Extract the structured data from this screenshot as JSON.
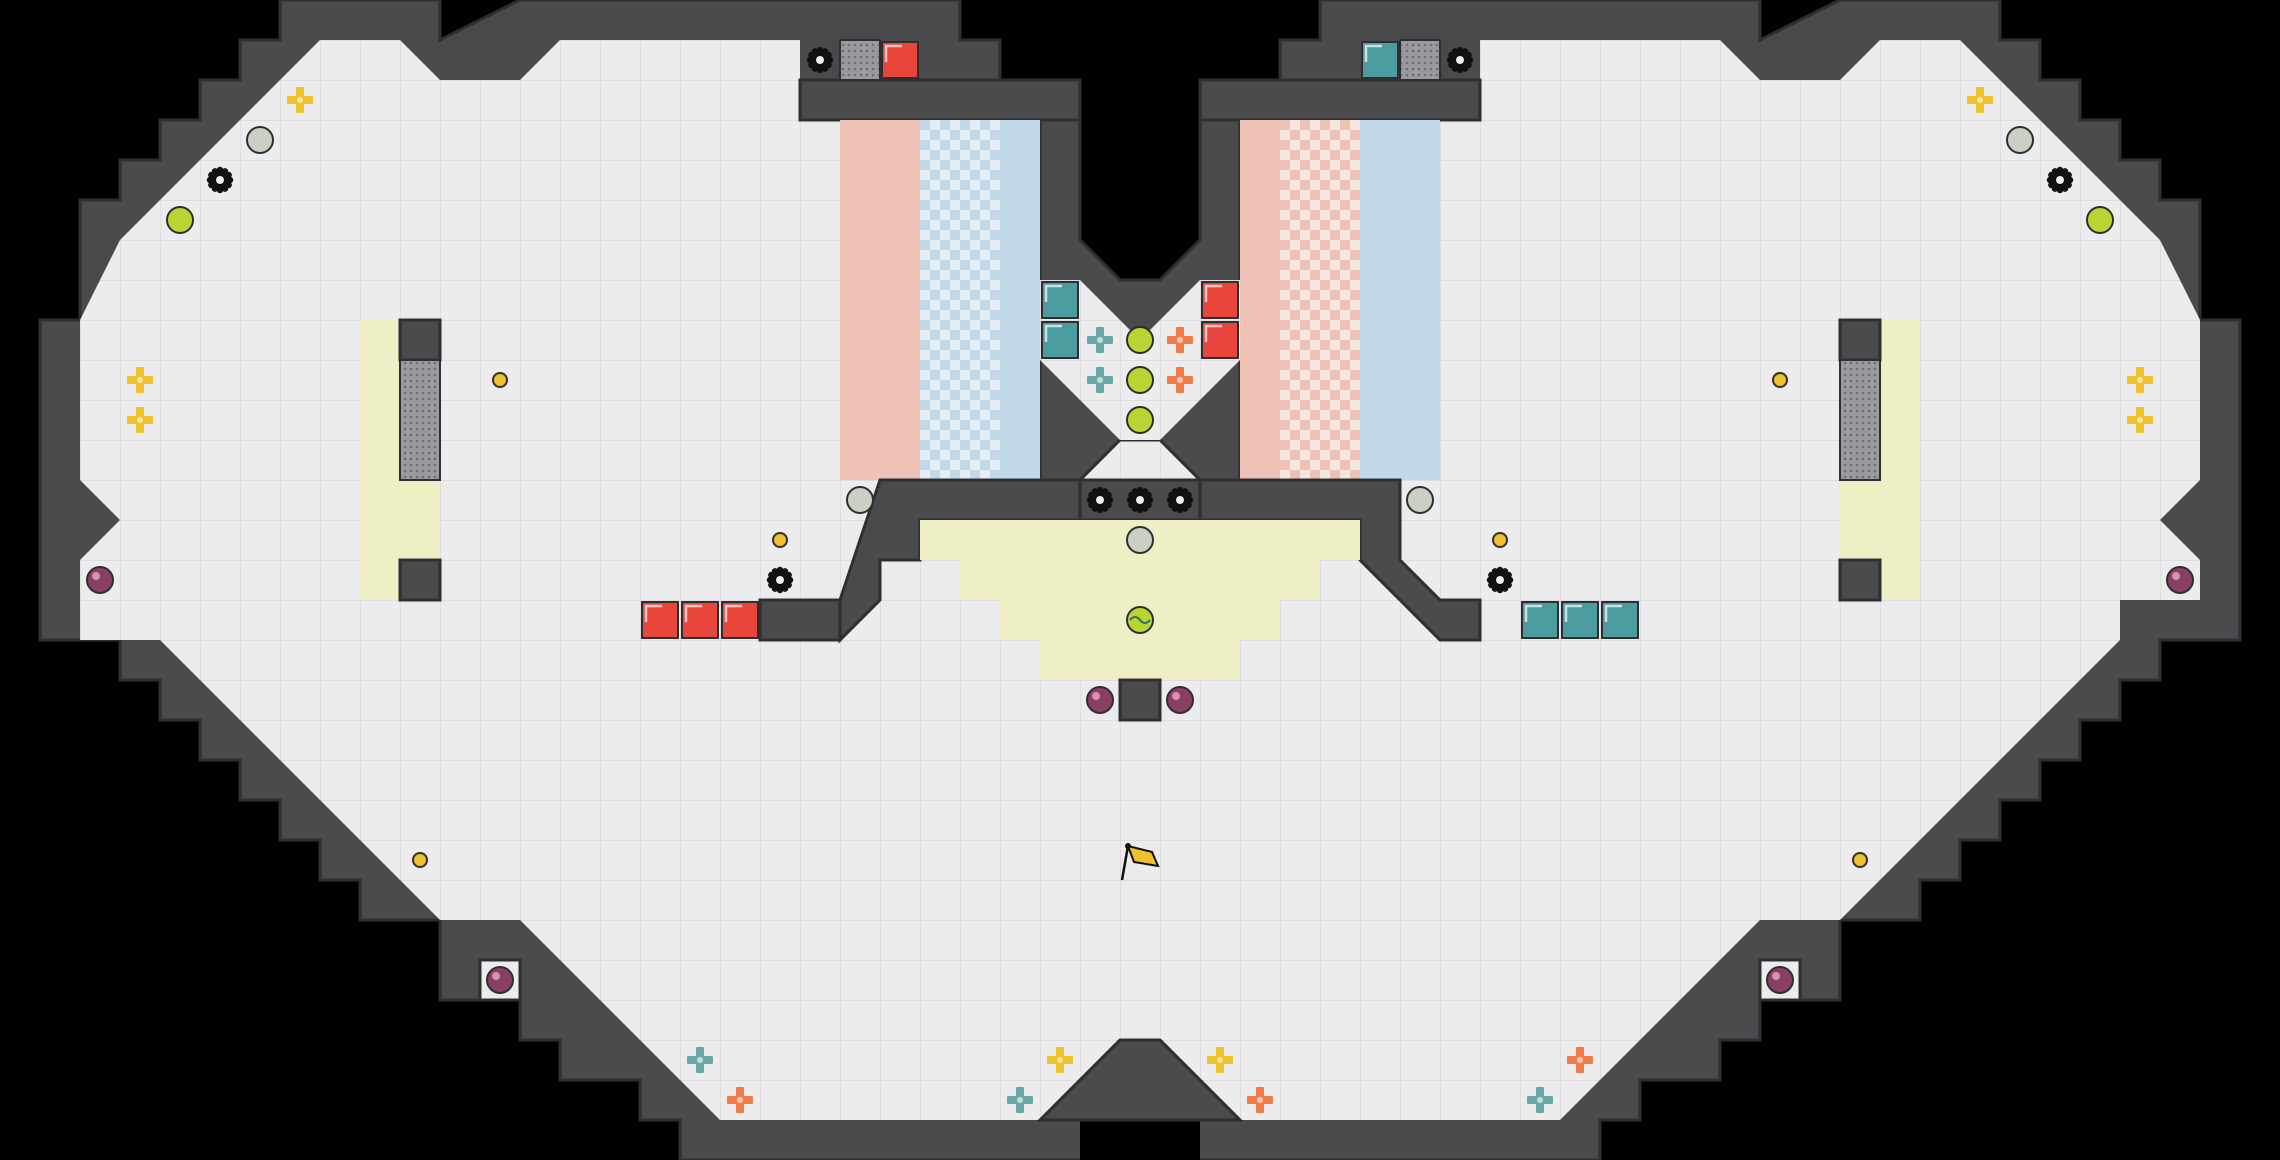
{
  "scene": {
    "title": "",
    "colors": {
      "background": "#000000",
      "floor": "#ececee",
      "grid": "#d9d9dd",
      "wall": "#4a4a4d",
      "wall_edge": "#2f2f32",
      "red_block": "#e8453c",
      "teal_block": "#4a9c9e",
      "yellow_zone": "#efefc6",
      "red_zone": "#eec2b4",
      "blue_zone": "#c2d9ea",
      "orb_lime": "#b9d533",
      "plus_yellow": "#f2c12e",
      "plus_teal": "#6aa8a6",
      "plus_orange": "#ef7b45",
      "pot_purple": "#8a3e63",
      "coin": "#f2c12e"
    },
    "legend": [
      {
        "icon": "gear-icon",
        "kind": "spike gear"
      },
      {
        "icon": "red-block-icon",
        "kind": "red block"
      },
      {
        "icon": "teal-block-icon",
        "kind": "teal block"
      },
      {
        "icon": "grate-icon",
        "kind": "metal grate"
      },
      {
        "icon": "lime-orb-icon",
        "kind": "lime orb"
      },
      {
        "icon": "grey-orb-icon",
        "kind": "grey orb"
      },
      {
        "icon": "plus-icon",
        "kind": "plus pickup"
      },
      {
        "icon": "potion-icon",
        "kind": "purple potion"
      },
      {
        "icon": "coin-icon",
        "kind": "gold coin"
      },
      {
        "icon": "flag-icon",
        "kind": "goal flag"
      }
    ]
  }
}
